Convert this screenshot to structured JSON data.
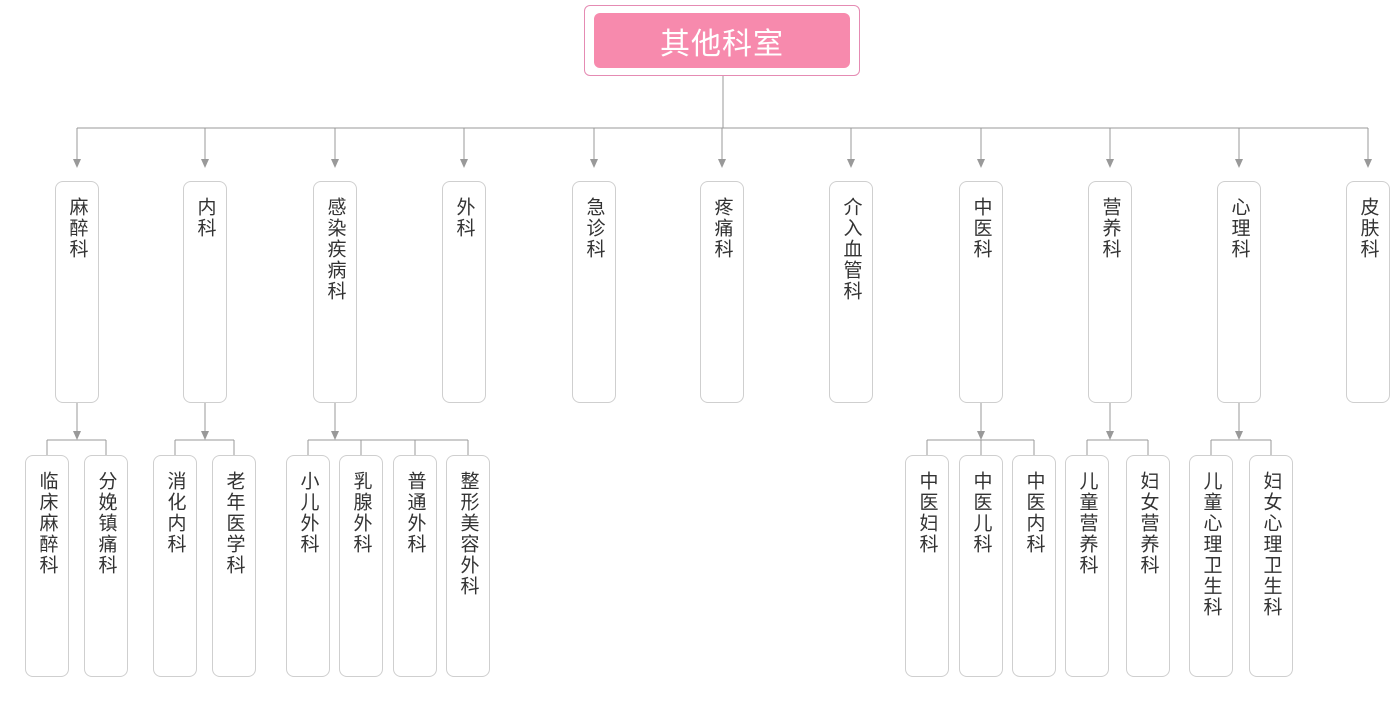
{
  "root": {
    "label": "其他科室"
  },
  "departments": [
    {
      "label": "麻醉科",
      "children": [
        "临床麻醉科",
        "分娩镇痛科"
      ]
    },
    {
      "label": "内科",
      "children": [
        "消化内科",
        "老年医学科"
      ]
    },
    {
      "label": "感染疾病科",
      "children": [
        "小儿外科",
        "乳腺外科",
        "普通外科",
        "整形美容外科"
      ]
    },
    {
      "label": "外科",
      "children": []
    },
    {
      "label": "急诊科",
      "children": []
    },
    {
      "label": "疼痛科",
      "children": []
    },
    {
      "label": "介入血管科",
      "children": []
    },
    {
      "label": "中医科",
      "children": [
        "中医妇科",
        "中医儿科",
        "中医内科"
      ]
    },
    {
      "label": "营养科",
      "children": [
        "儿童营养科",
        "妇女营养科"
      ]
    },
    {
      "label": "心理科",
      "children": [
        "儿童心理卫生科",
        "妇女心理卫生科"
      ]
    },
    {
      "label": "皮肤科",
      "children": []
    }
  ],
  "colors": {
    "accent": "#f78aad",
    "accent_border": "#e58bb3",
    "line": "#999999",
    "node_border": "#cfcfcf",
    "text": "#333333"
  }
}
